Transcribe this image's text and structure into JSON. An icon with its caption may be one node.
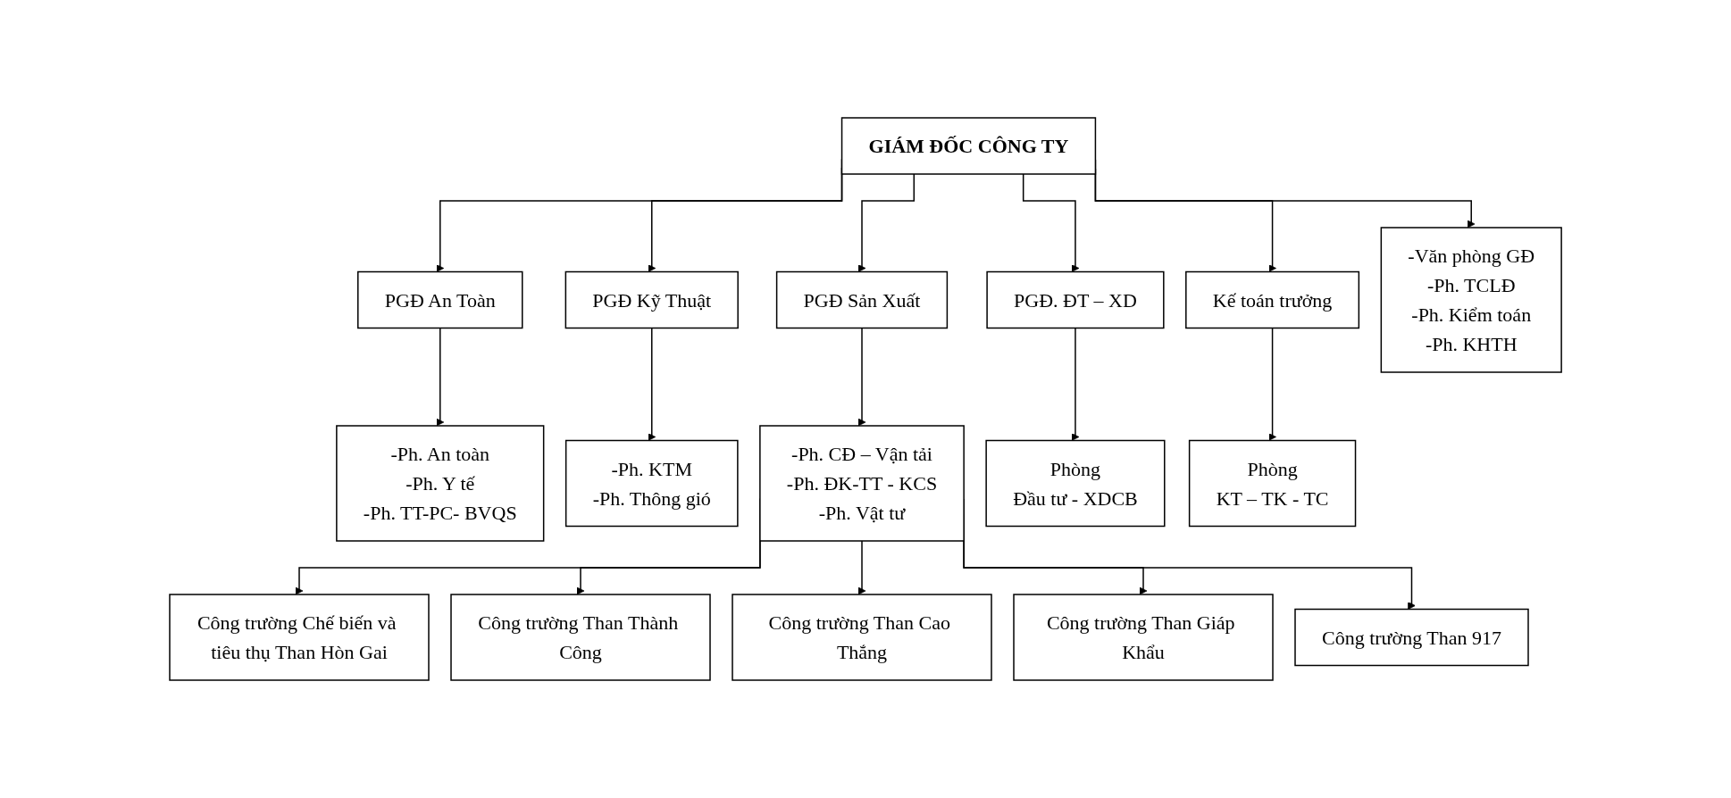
{
  "diagram": {
    "nodes": [
      {
        "text": [
          "GIÁM ĐỐC CÔNG TY"
        ]
      },
      {
        "text": [
          "PGĐ An Toàn"
        ]
      },
      {
        "text": [
          "PGĐ Kỹ Thuật"
        ]
      },
      {
        "text": [
          "PGĐ Sản Xuất"
        ]
      },
      {
        "text": [
          "PGĐ. ĐT – XD"
        ]
      },
      {
        "text": [
          "Kế toán trưởng"
        ]
      },
      {
        "text": [
          "-Ph. An toàn",
          "-Ph. Y tế",
          "-Ph. TT-PC- BVQS"
        ]
      },
      {
        "text": [
          "-Ph. KTM",
          "-Ph. Thông gió"
        ]
      },
      {
        "text": [
          "-Ph. CĐ – Vận tải",
          "-Ph. ĐK-TT - KCS",
          "-Ph. Vật tư"
        ]
      },
      {
        "text": [
          "Phòng",
          "Đầu tư - XDCB"
        ]
      },
      {
        "text": [
          "Phòng",
          "KT – TK - TC"
        ]
      },
      {
        "text": [
          "-Văn phòng GĐ",
          "-Ph. TCLĐ",
          "-Ph. Kiểm toán",
          "-Ph. KHTH"
        ]
      },
      {
        "text": [
          "Công trường Chế biến và tiêu thụ Than Hòn Gai"
        ]
      },
      {
        "text": [
          "Công trường Than Thành Công"
        ]
      },
      {
        "text": [
          "Công trường Than Cao Thắng"
        ]
      },
      {
        "text": [
          "Công trường Than Giáp Khẩu"
        ]
      },
      {
        "text": [
          "Công trường Than 917"
        ]
      }
    ],
    "edges": [
      {
        "from": 0,
        "to": 1,
        "arrow": "to"
      },
      {
        "from": 0,
        "to": 2,
        "arrow": "to"
      },
      {
        "from": 0,
        "to": 3,
        "arrow": "to"
      },
      {
        "from": 0,
        "to": 4,
        "arrow": "to"
      },
      {
        "from": 0,
        "to": 5,
        "arrow": "to"
      },
      {
        "from": 0,
        "to": 11,
        "arrow": "to"
      },
      {
        "from": 1,
        "to": 6,
        "arrow": "to"
      },
      {
        "from": 2,
        "to": 7,
        "arrow": "to"
      },
      {
        "from": 3,
        "to": 8,
        "arrow": "to"
      },
      {
        "from": 4,
        "to": 9,
        "arrow": "to"
      },
      {
        "from": 5,
        "to": 10,
        "arrow": "to"
      },
      {
        "from": 8,
        "to": 12,
        "arrow": "to"
      },
      {
        "from": 8,
        "to": 13,
        "arrow": "to"
      },
      {
        "from": 8,
        "to": 14,
        "arrow": "to"
      },
      {
        "from": 8,
        "to": 15,
        "arrow": "to"
      },
      {
        "from": 8,
        "to": 16,
        "arrow": "to"
      }
    ]
  }
}
